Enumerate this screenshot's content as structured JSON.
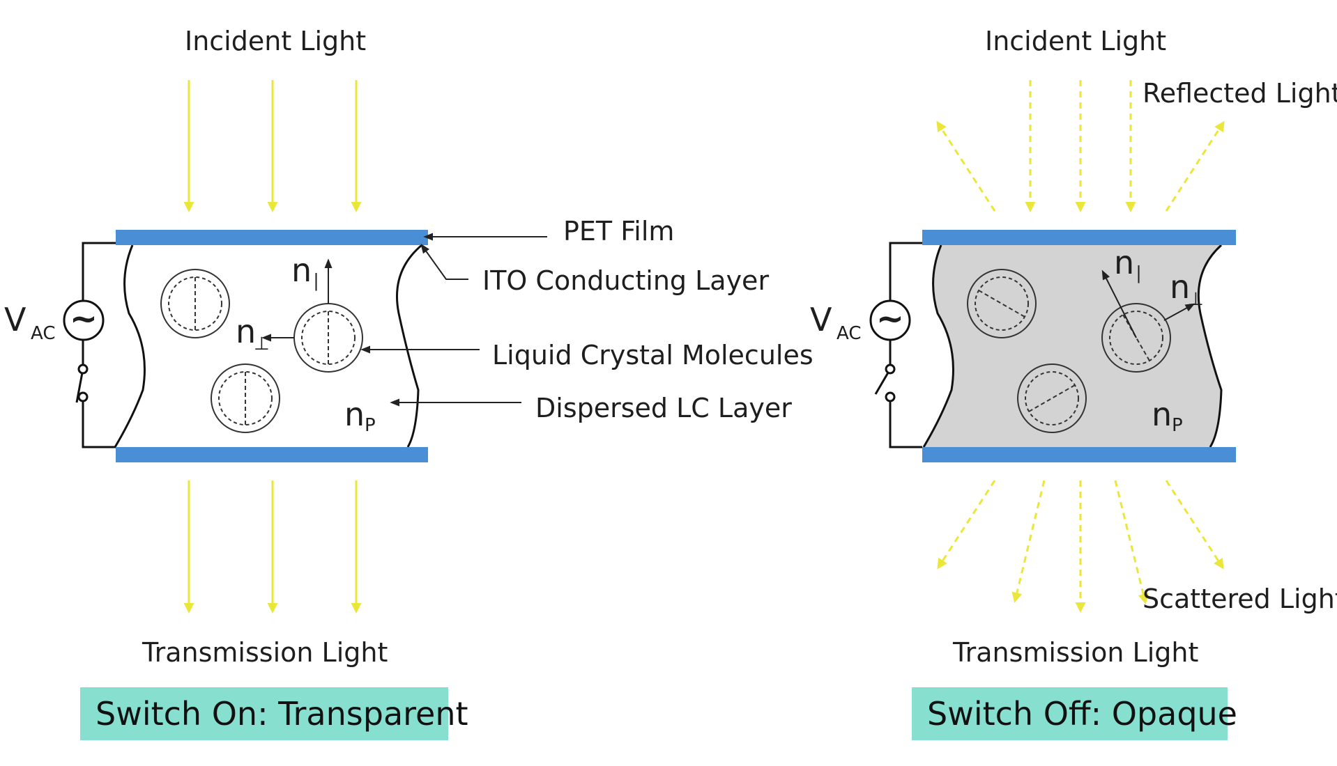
{
  "labels": {
    "incident_light_left": "Incident Light",
    "incident_light_right": "Incident Light",
    "reflected_light": "Reflected Light",
    "pet_film": "PET Film",
    "ito_layer": "ITO Conducting Layer",
    "lc_molecules": "Liquid Crystal Molecules",
    "dispersed_lc_layer": "Dispersed LC Layer",
    "transmission_light_left": "Transmission Light",
    "transmission_light_right": "Transmission Light",
    "scattered_light": "Scattered Light"
  },
  "symbols": {
    "voltage": "V",
    "voltage_sub": "AC",
    "ac_source": "~",
    "n": "n",
    "n_parallel_sub": "∣",
    "n_perp_sub": "⊥",
    "n_p_sub": "P"
  },
  "status": {
    "on": "Switch On: Transparent",
    "off": "Switch Off: Opaque"
  },
  "colors": {
    "film": "#4a8fd6",
    "light_ray": "#ebe63a",
    "lc_layer_off": "#d3d3d3",
    "status_box": "#87dfd0"
  }
}
